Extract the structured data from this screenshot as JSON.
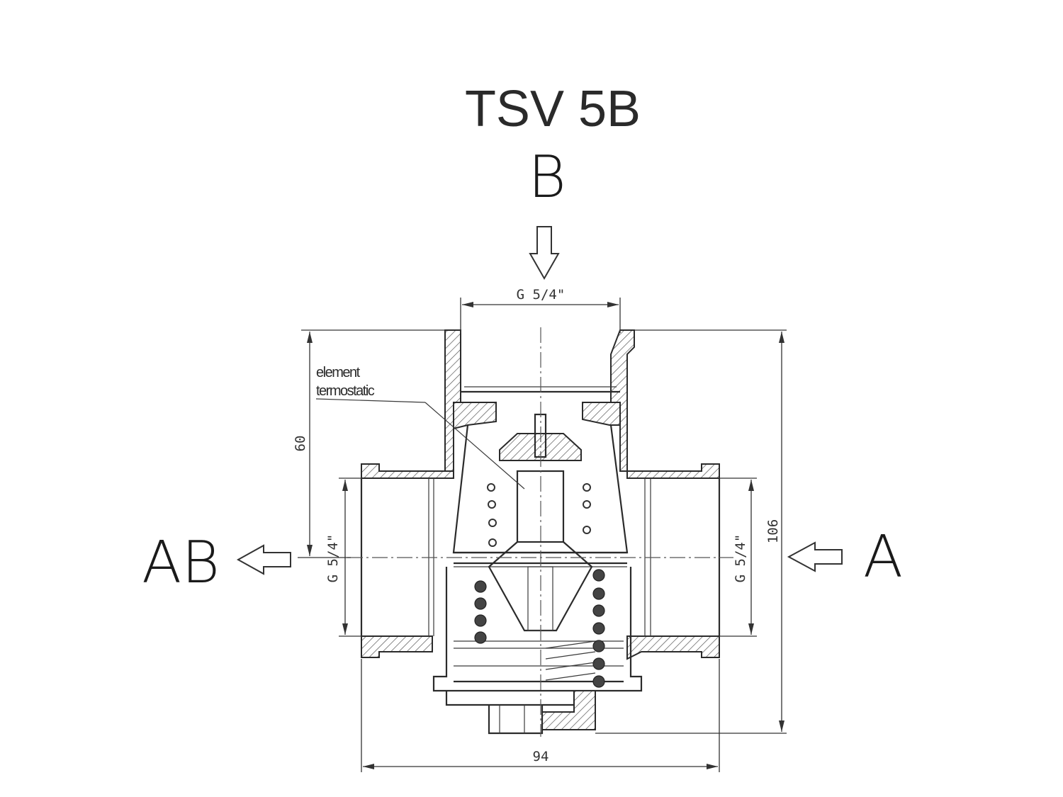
{
  "title": "TSV 5B",
  "ports": {
    "top": "B",
    "left": "AB",
    "right": "A"
  },
  "dimensions": {
    "top_thread": "G 5/4\"",
    "left_thread": "G 5/4\"",
    "right_thread": "G 5/4\"",
    "height_to_axis": "60",
    "total_height": "106",
    "total_width": "94"
  },
  "callout": {
    "line1": "element",
    "line2": "termostatic"
  },
  "colors": {
    "line": "#2b2b2b",
    "background": "#ffffff"
  }
}
